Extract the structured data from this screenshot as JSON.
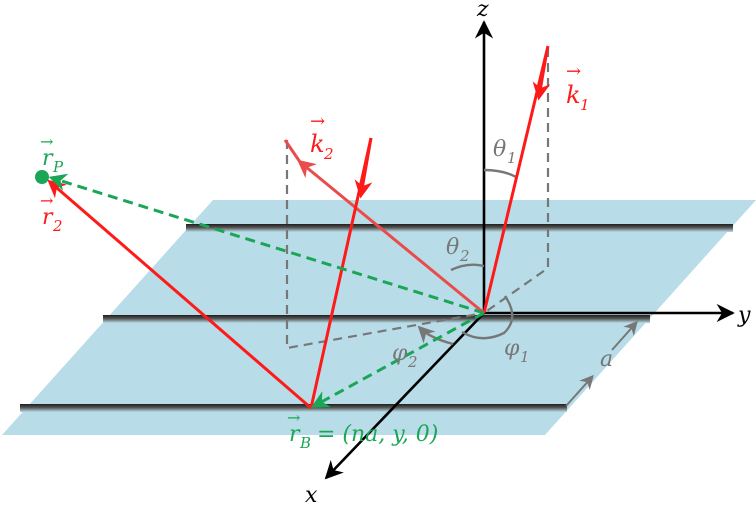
{
  "colors": {
    "plane": "#b8dde8",
    "grating_line": "#3a3a3a",
    "axis": "#000000",
    "incident": "#ff1a1a",
    "diffracted": "#ea4b4b",
    "green": "#1aa656",
    "guide": "#777777",
    "angle": "#777777"
  },
  "axes": {
    "x": "x",
    "y": "y",
    "z": "z"
  },
  "labels": {
    "k1": "k",
    "k1_sub": "1",
    "k2": "k",
    "k2_sub": "2",
    "theta1": "θ",
    "theta1_sub": "1",
    "theta2": "θ",
    "theta2_sub": "2",
    "phi1": "φ",
    "phi1_sub": "1",
    "phi2": "φ",
    "phi2_sub": "2",
    "rP": "r",
    "rP_sub": "P",
    "r2": "r",
    "r2_sub": "2",
    "rB": "r",
    "rB_sub": "B",
    "rB_rhs": " = (na, y, 0)",
    "a": "a"
  }
}
